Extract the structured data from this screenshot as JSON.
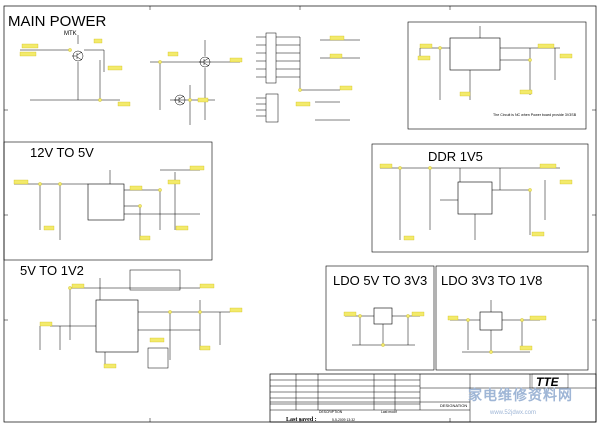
{
  "sections": {
    "main_power": "MAIN POWER",
    "mtk": "MTK",
    "v12_to_5v": "12V TO 5V",
    "ddr_1v5": "DDR  1V5",
    "v5_to_1v2": "5V TO 1V2",
    "ldo_5v_3v3": "LDO 5V TO 3V3",
    "ldo_3v3_1v8": "LDO 3V3 TO 1V8"
  },
  "notes": {
    "power_board": "The Circuit is NC when Power board provide 3V3SB"
  },
  "title_block": {
    "logo": "TTE",
    "designation": "DESIGNATION",
    "last_saved": "Last saved :",
    "description": "DESCRIPTION",
    "last_modif": "Last modif",
    "saved_date": "5-5-2009 13:32"
  },
  "watermark": {
    "text": "家电维修资料网",
    "url": "www.52jdwx.com"
  }
}
